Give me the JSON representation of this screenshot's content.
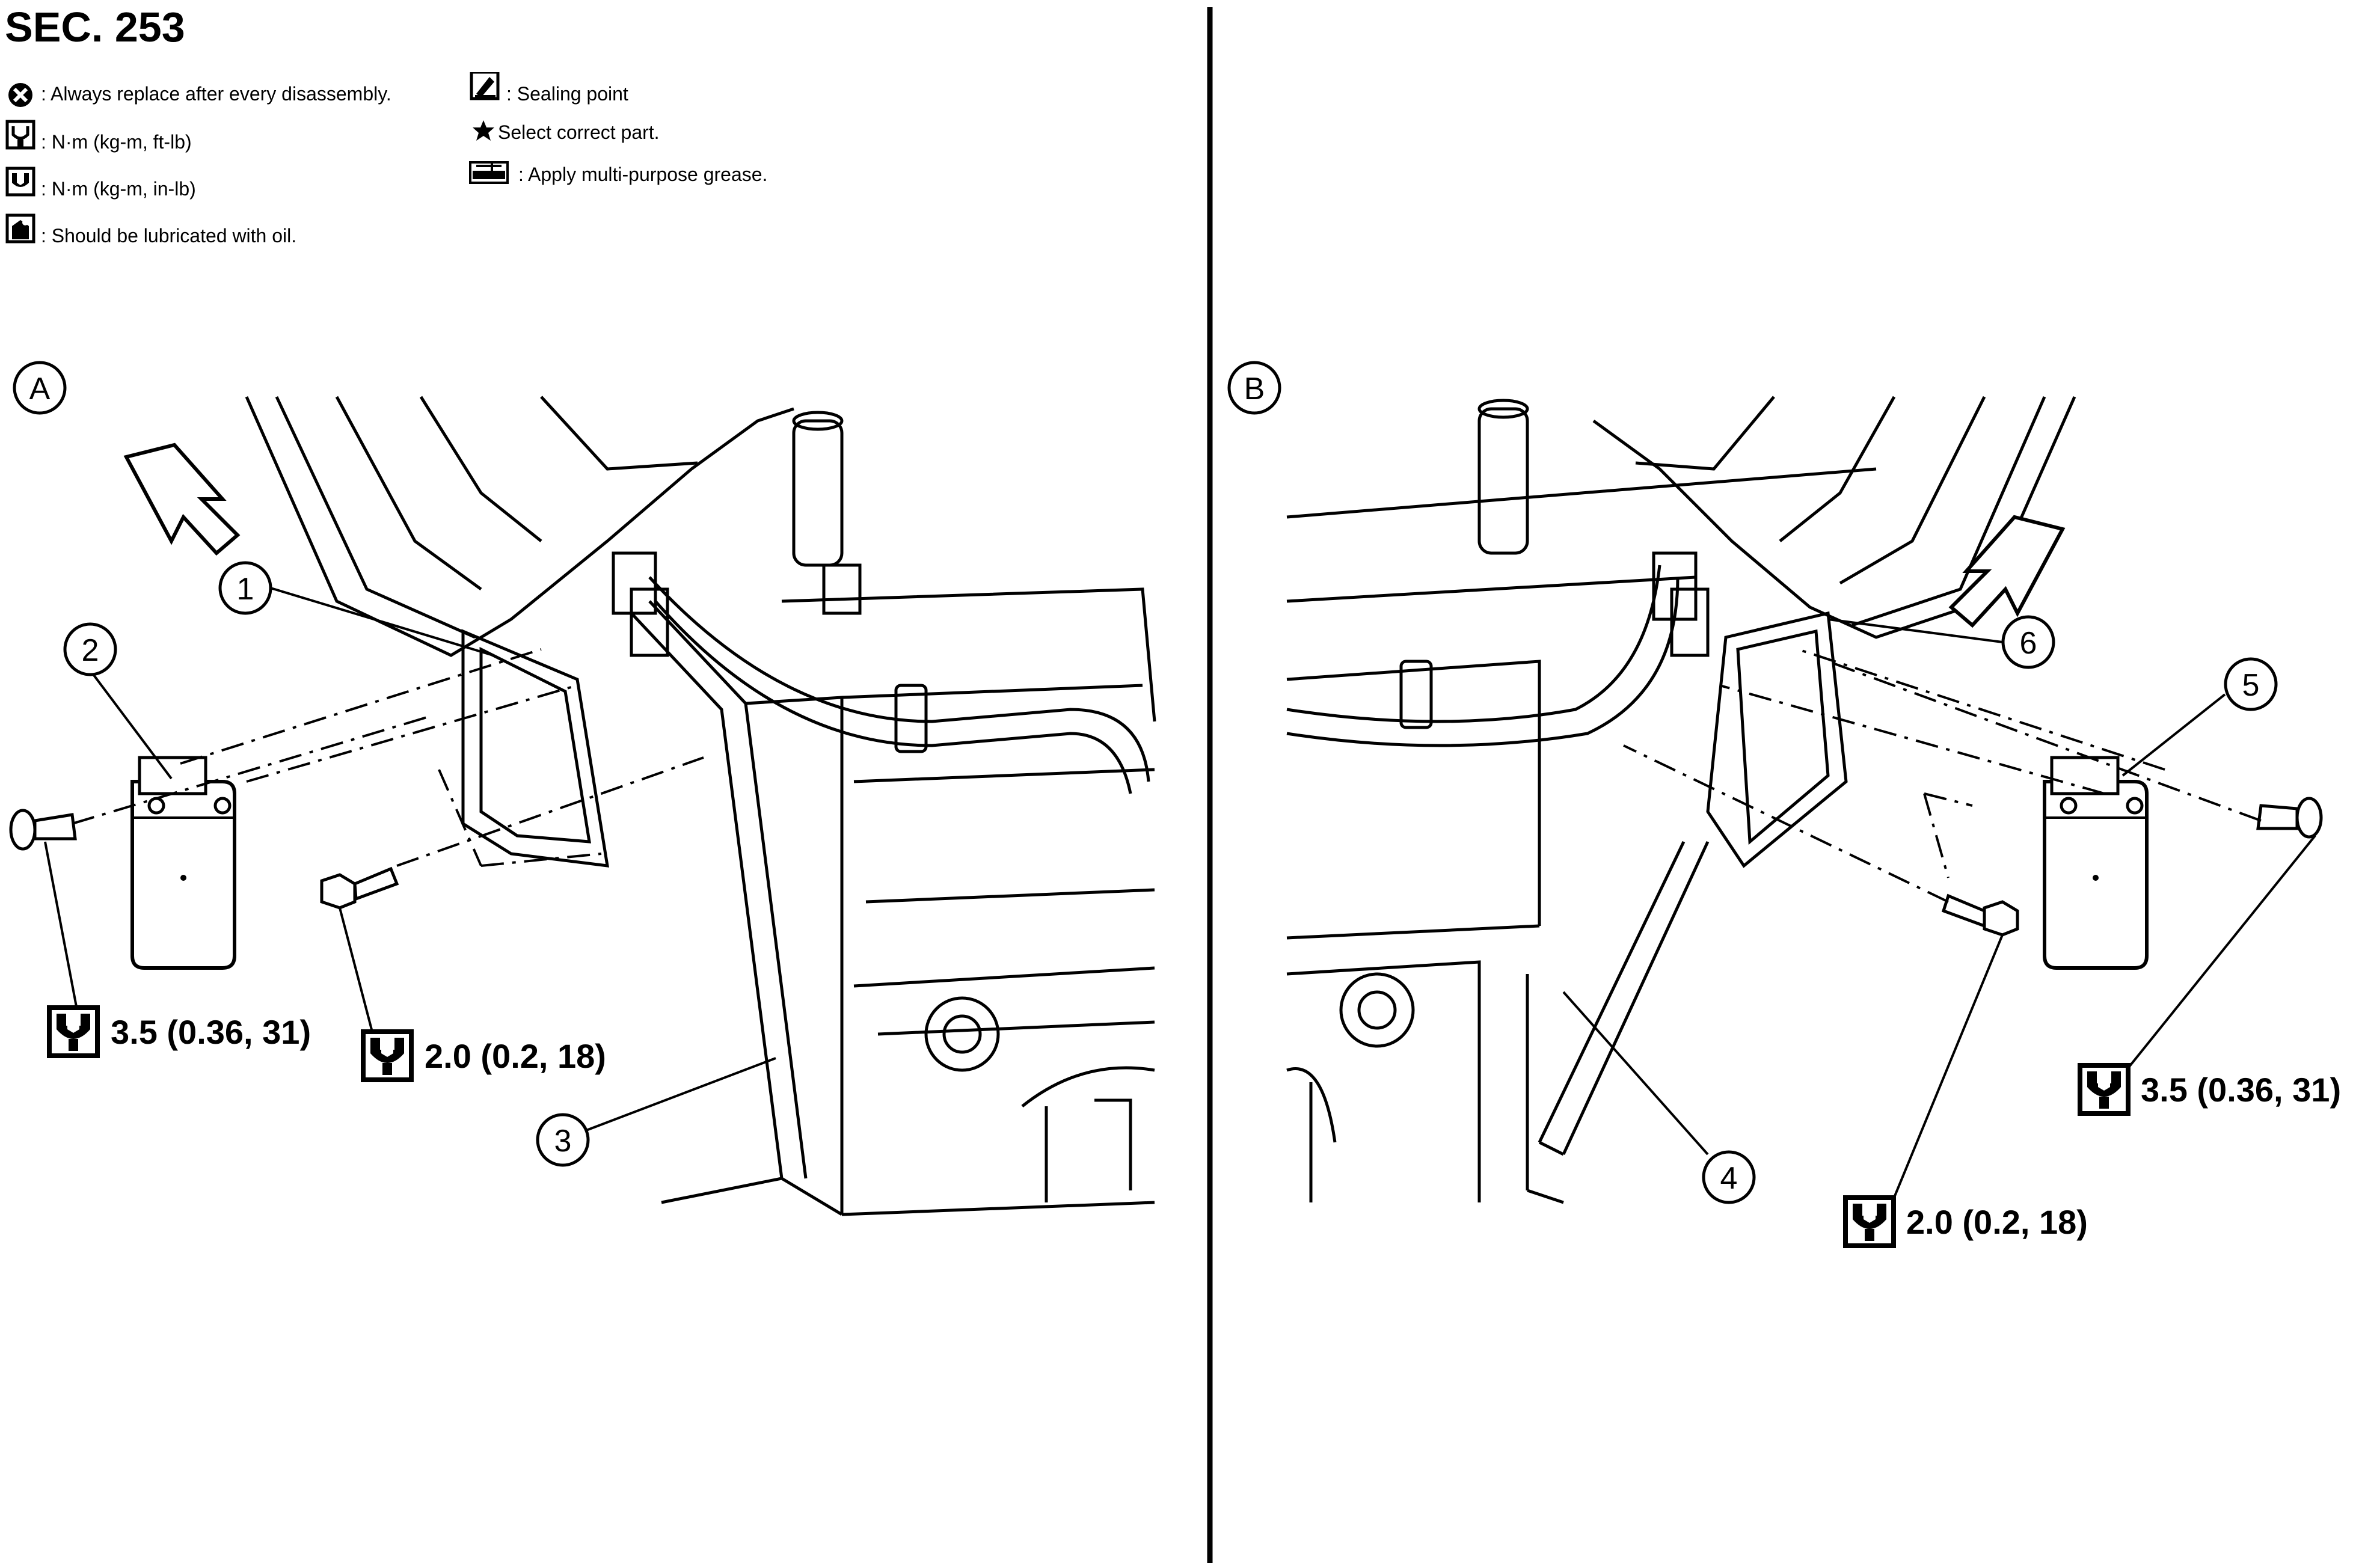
{
  "section": "SEC. 253",
  "legend": {
    "replace": ": Always replace after every disassembly.",
    "nm_ftlb": ": N·m (kg-m, ft-lb)",
    "nm_inlb": ": N·m (kg-m, in-lb)",
    "oil": ": Should be lubricated with oil.",
    "sealing": ": Sealing point",
    "select_part": "Select correct part.",
    "grease": ": Apply multi-purpose grease."
  },
  "views": {
    "a": {
      "label": "A",
      "callouts": [
        "1",
        "2",
        "3"
      ],
      "torque_left": "3.5 (0.36, 31)",
      "torque_right": "2.0 (0.2, 18)"
    },
    "b": {
      "label": "B",
      "callouts": [
        "4",
        "5",
        "6"
      ],
      "torque_left": "2.0 (0.2, 18)",
      "torque_right": "3.5 (0.36, 31)"
    }
  },
  "icons": {
    "replace": "circle-x-icon",
    "torque_ftlb": "torque-wrench-ftlb-icon",
    "torque_inlb": "torque-wrench-inlb-icon",
    "oil": "oil-can-icon",
    "sealing": "sealing-point-icon",
    "select": "star-icon",
    "grease": "grease-icon"
  }
}
